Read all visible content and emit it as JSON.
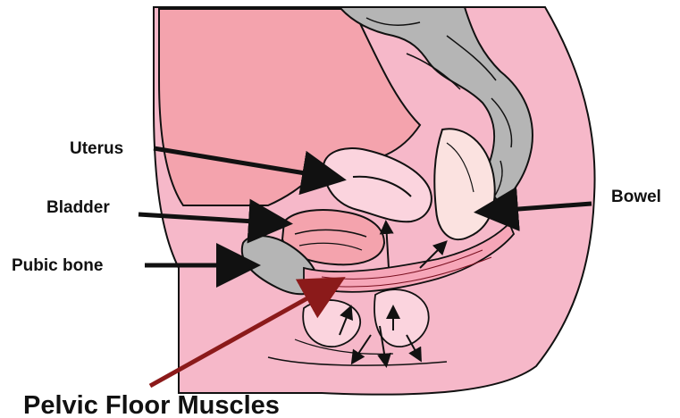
{
  "labels": {
    "uterus": "Uterus",
    "bladder": "Bladder",
    "pubic_bone": "Pubic bone",
    "bowel": "Bowel",
    "pelvic_floor": "Pelvic Floor Muscles"
  },
  "colors": {
    "skin": "#f6b8c9",
    "tissue_light": "#fbd4de",
    "uterus_bg": "#f4a3ad",
    "bone_grey": "#b5b5b5",
    "bowel_pale": "#fbe2e0",
    "outline": "#111111",
    "pointer_red": "#8b1a1a"
  }
}
